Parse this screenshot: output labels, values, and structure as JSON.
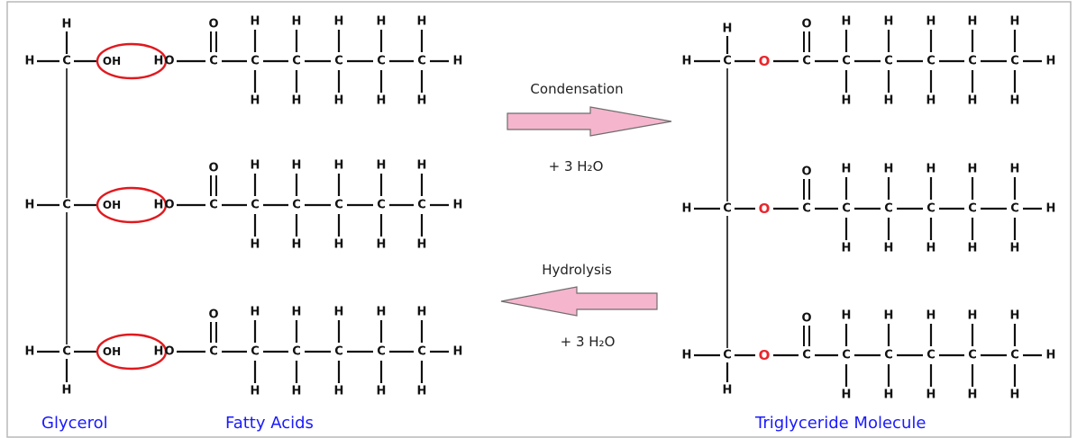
{
  "atoms": {
    "hydrogen": "H",
    "carbon": "C",
    "oxygen": "O",
    "hydroxyl": "OH",
    "acid_h": "H",
    "acid_o": "O"
  },
  "labels": {
    "glycerol": "Glycerol",
    "fatty_acids": "Fatty Acids",
    "triglyceride": "Triglyceride Molecule"
  },
  "reactions": {
    "condensation": {
      "label": "Condensation",
      "byproduct": "+ 3 H₂O"
    },
    "hydrolysis": {
      "label": "Hydrolysis",
      "byproduct": "+ 3 H₂O"
    }
  },
  "colors": {
    "bond": "#111111",
    "highlight_ring": "#e0191e",
    "ester_oxygen": "#e8262d",
    "caption": "#1a1aff",
    "arrow_fill": "#f5b5cd",
    "arrow_stroke": "#6e6e6e",
    "frame": "#b8b8b8"
  }
}
